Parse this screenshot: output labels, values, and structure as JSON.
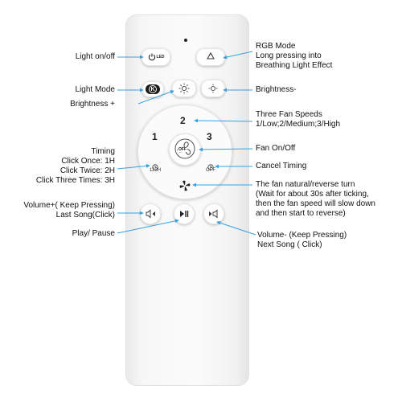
{
  "labels": {
    "light_on_off": "Light on/off",
    "rgb_mode_1": "RGB Mode",
    "rgb_mode_2": "Long pressing into",
    "rgb_mode_3": "Breathing Light Effect",
    "light_mode": "Light Mode",
    "brightness_plus": "Brightness +",
    "brightness_minus": "Brightness-",
    "fan_speeds_1": "Three Fan Speeds",
    "fan_speeds_2": "1/Low;2/Medium;3/High",
    "timing_title": "Timing",
    "timing_1": "Click Once: 1H",
    "timing_2": "Click Twice: 2H",
    "timing_3": "Click Three Times: 3H",
    "fan_on_off": "Fan On/Off",
    "cancel_timing": "Cancel Timing",
    "reverse_1": "The fan natural/reverse turn",
    "reverse_2": "(Wait for about 30s after ticking,",
    "reverse_3": "then the fan speed will slow down",
    "reverse_4": "and then start to reverse)",
    "volume_plus_1": "Volume+( Keep Pressing)",
    "volume_plus_2": "Last Song(Click)",
    "play_pause": "Play/ Pause",
    "volume_minus_1": "Volume- (Keep Pressing)",
    "volume_minus_2": "Next Song ( Click)"
  },
  "remote": {
    "led_button_text": "LED",
    "k_button_text": "K",
    "speed_1": "1",
    "speed_2": "2",
    "speed_3": "3",
    "timer_text": "123H",
    "cancel_timer_text": "OFF",
    "fan_off_text": "OFF"
  },
  "colors": {
    "arrow": "#3aa0e0",
    "remote_body": "#f7f7f7",
    "button": "#ffffff"
  }
}
